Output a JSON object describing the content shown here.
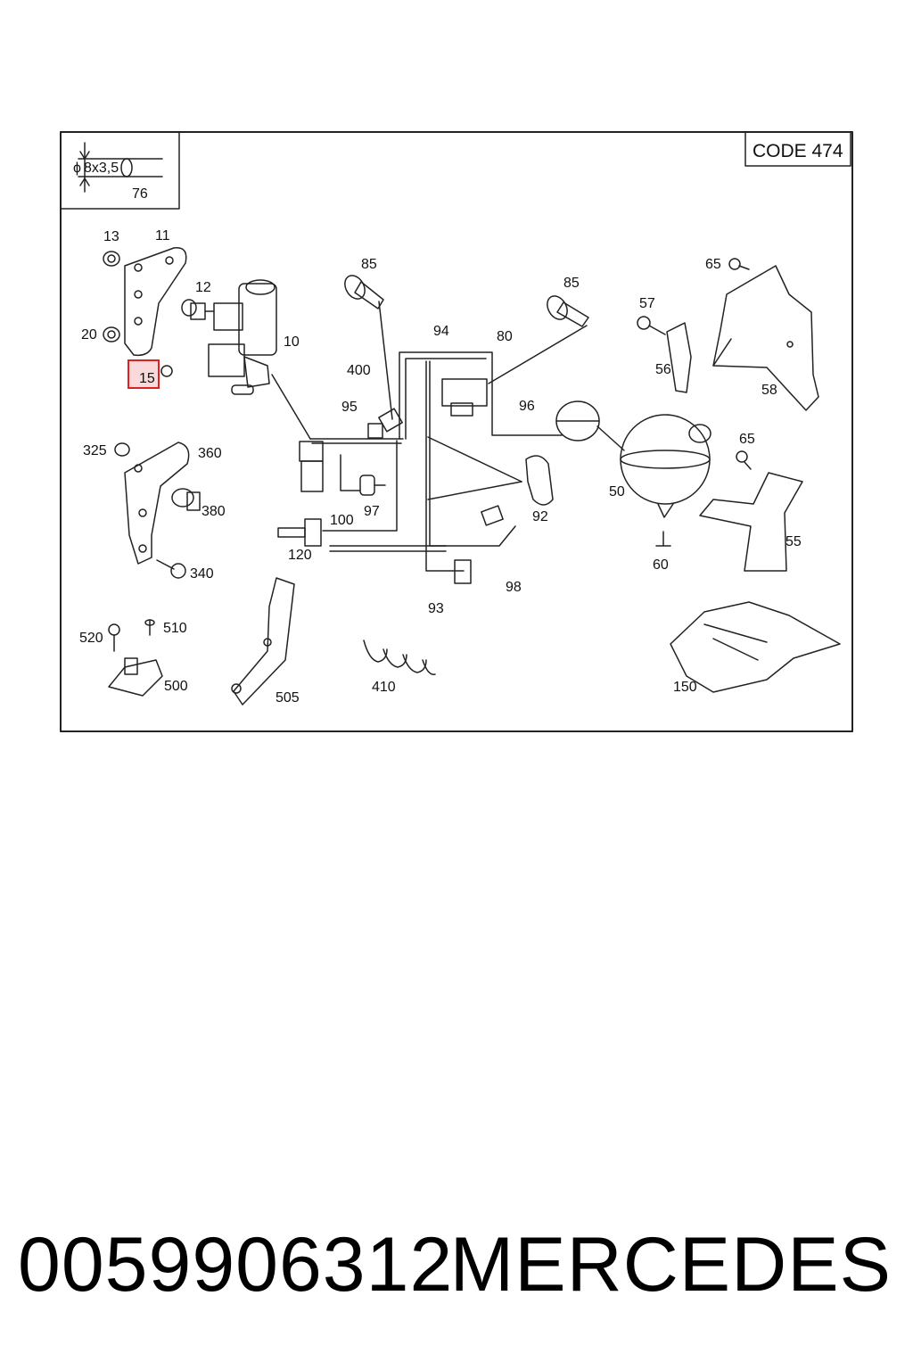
{
  "diagram": {
    "code_box": "CODE 474",
    "inset": {
      "dimension": "8x3,5",
      "part": "76"
    },
    "highlight": {
      "label": "15",
      "color": "#e02020"
    },
    "callouts": {
      "c13": "13",
      "c11": "11",
      "c12": "12",
      "c20": "20",
      "c10": "10",
      "c85a": "85",
      "c85b": "85",
      "c94": "94",
      "c80": "80",
      "c400": "400",
      "c95": "95",
      "c96": "96",
      "c57": "57",
      "c56": "56",
      "c65a": "65",
      "c58": "58",
      "c65b": "65",
      "c50": "50",
      "c55": "55",
      "c60": "60",
      "c325": "325",
      "c360": "360",
      "c380": "380",
      "c340": "340",
      "c100": "100",
      "c97": "97",
      "c92": "92",
      "c120": "120",
      "c98": "98",
      "c93": "93",
      "c520": "520",
      "c510": "510",
      "c500": "500",
      "c505": "505",
      "c410": "410",
      "c150": "150"
    }
  },
  "footer": {
    "part_number": "0059906312",
    "brand": "MERCEDES"
  }
}
